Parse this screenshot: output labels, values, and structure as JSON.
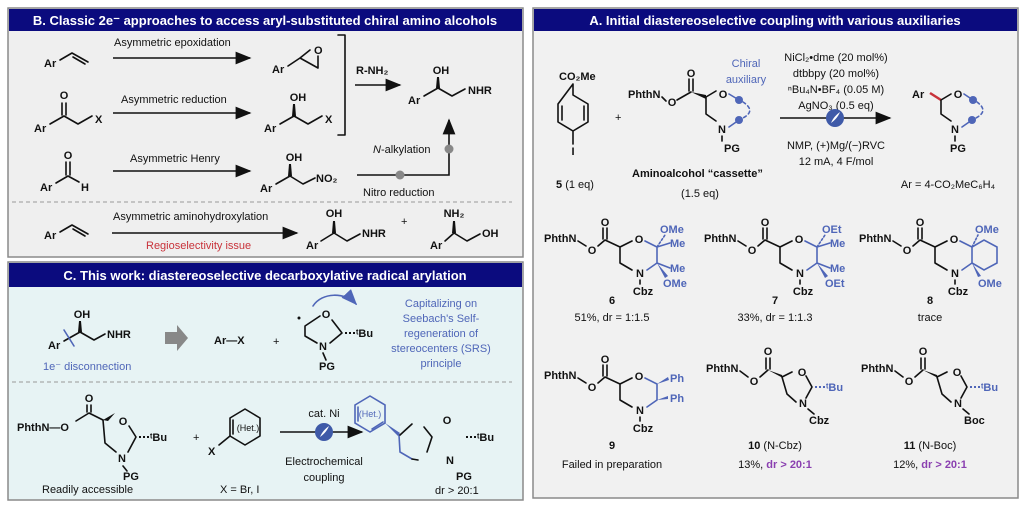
{
  "colors": {
    "header": "#0b0b7e",
    "accent_blue": "#4f66b8",
    "warning_red": "#c8323a",
    "highlight_purple": "#8a3fb0",
    "panel_b_bg": "#efefef",
    "panel_a_bg": "#f1f1f1",
    "panel_c_bg": "#e7f3f4"
  },
  "panel_b": {
    "title": "B. Classic 2e⁻ approaches to access aryl-substituted chiral amino alcohols",
    "rows": [
      {
        "reagent": "Ar",
        "label": "Asymmetric epoxidation",
        "product_ar": "Ar",
        "product_o": "O"
      },
      {
        "reagent_o": "O",
        "reagent_ar": "Ar",
        "reagent_x": "X",
        "label": "Asymmetric reduction",
        "product_oh": "OH",
        "product_ar": "Ar",
        "product_x": "X"
      },
      {
        "reagent_o": "O",
        "reagent_ar": "Ar",
        "reagent_h": "H",
        "label": "Asymmetric Henry",
        "product_oh": "OH",
        "product_ar": "Ar",
        "product_no2": "NO₂"
      }
    ],
    "amine_reagent": "R-NH₂",
    "target": {
      "oh": "OH",
      "nhr": "NHR",
      "ar": "Ar"
    },
    "n_alkylation": "N",
    "n_alkylation_rest": "-alkylation",
    "nitro_reduction": "Nitro reduction",
    "aminohydroxylation": {
      "reagent": "Ar",
      "label": "Asymmetric aminohydroxylation",
      "issue": "Regioselectivity issue",
      "p1_oh": "OH",
      "p1_nhr": "NHR",
      "p1_ar": "Ar",
      "plus": "+",
      "p2_nh2": "NH₂",
      "p2_oh": "OH",
      "p2_ar": "Ar"
    }
  },
  "panel_c": {
    "title": "C. This work: diastereoselective decarboxylative radical arylation",
    "retro": {
      "oh": "OH",
      "nhr": "NHR",
      "ar": "Ar",
      "disconnection": "1e⁻ disconnection",
      "arx": "Ar—X",
      "plus": "+",
      "o": "O",
      "tbu": "ᵗBu",
      "n": "N",
      "pg": "PG"
    },
    "srs": [
      "Capitalizing on",
      "Seebach's Self-",
      "regeneration of",
      "stereocenters (SRS)",
      "principle"
    ],
    "reaction": {
      "carbonyl_o": "O",
      "phthn": "PhthN—O",
      "ring_o": "O",
      "tbu": "ᵗBu",
      "n": "N",
      "pg": "PG",
      "sm_note": "Readily accessible",
      "plus": "+",
      "het": "(Het.)",
      "x": "X",
      "x_note": "X = Br, I",
      "catalyst": "cat. Ni",
      "method": [
        "Electrochemical",
        "coupling"
      ],
      "prod_het": "(Het.)",
      "prod_o": "O",
      "prod_tbu": "ᵗBu",
      "prod_n": "N",
      "prod_pg": "PG",
      "dr": "dr > 20:1"
    }
  },
  "panel_a": {
    "title": "A. Initial diastereoselective coupling with various auxiliaries",
    "aryl_iodide": {
      "co2me": "CO₂Me",
      "i": "I",
      "id": "5",
      "eq": "(1 eq)"
    },
    "plus": "+",
    "cassette": {
      "phthn": "PhthN",
      "o_ester": "O",
      "o_carbonyl": "O",
      "o_ring": "O",
      "n": "N",
      "pg": "PG",
      "aux_label": [
        "Chiral",
        "auxiliary"
      ],
      "name": "Aminoalcohol “cassette”",
      "eq": "(1.5 eq)"
    },
    "conditions_above": [
      "NiCl₂•dme (20 mol%)",
      "dtbbpy (20 mol%)",
      "ⁿBu₄N•BF₄ (0.05 M)",
      "AgNO₃ (0.5 eq)"
    ],
    "conditions_below": [
      "NMP, (+)Mg/(−)RVC",
      "12 mA, 4 F/mol"
    ],
    "product": {
      "ar": "Ar",
      "o": "O",
      "n": "N",
      "pg": "PG",
      "ar_def": "Ar = 4-CO₂MeC₆H₄"
    },
    "compounds": [
      {
        "id": "6",
        "result": "51%, dr = 1:1.5",
        "sub_top": "OMe",
        "sub_top2": "Me",
        "sub_bot": "Me",
        "sub_bot2": "OMe",
        "pg": "Cbz"
      },
      {
        "id": "7",
        "result": "33%, dr = 1:1.3",
        "sub_top": "OEt",
        "sub_top2": "Me",
        "sub_bot": "Me",
        "sub_bot2": "OEt",
        "pg": "Cbz"
      },
      {
        "id": "8",
        "result": "trace",
        "sub_top": "OMe",
        "sub_bot2": "OMe",
        "pg": "Cbz"
      },
      {
        "id": "9",
        "result": "Failed in preparation",
        "sub_top": "Ph",
        "sub_bot": "Ph",
        "pg": "Cbz"
      },
      {
        "id": "10",
        "id_note": "(N-Cbz)",
        "yield": "13%, ",
        "dr": "dr > 20:1",
        "tbu": "ᵗBu",
        "pg": "Cbz"
      },
      {
        "id": "11",
        "id_note": "(N-Boc)",
        "yield": "12%, ",
        "dr": "dr > 20:1",
        "tbu": "ᵗBu",
        "pg": "Boc"
      }
    ],
    "common": {
      "phthn": "PhthN",
      "o": "O",
      "n": "N"
    }
  }
}
